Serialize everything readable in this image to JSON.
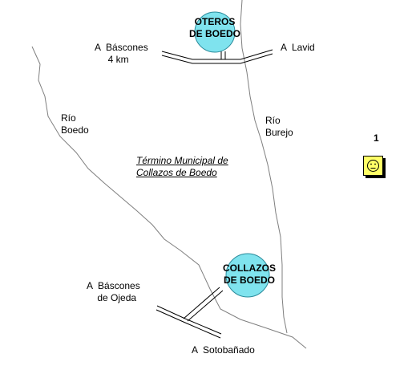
{
  "colors": {
    "town_fill": "#7fe3ee",
    "town_stroke": "#2a8a9a",
    "river": "#7f7f7f",
    "road": "#000000",
    "smiley_fill": "#ffff66",
    "smiley_shadow": "#000000"
  },
  "towns": {
    "oteros": "OTEROS\nDE BOEDO",
    "collazos": "COLLAZOS\nDE BOEDO"
  },
  "roads": {
    "bascones": "A  Báscones\n     4 km",
    "lavid": "A  Lavid",
    "bascones_ojeda": "A  Báscones\n    de Ojeda",
    "sotobanado": "A  Sotobañado"
  },
  "rivers": {
    "boedo": "Río\nBoedo",
    "burejo": "Río\nBurejo"
  },
  "municipality": "Término Municipal de\nCollazos de Boedo",
  "marker": {
    "number": "1",
    "icon": "smiley-face-icon"
  }
}
